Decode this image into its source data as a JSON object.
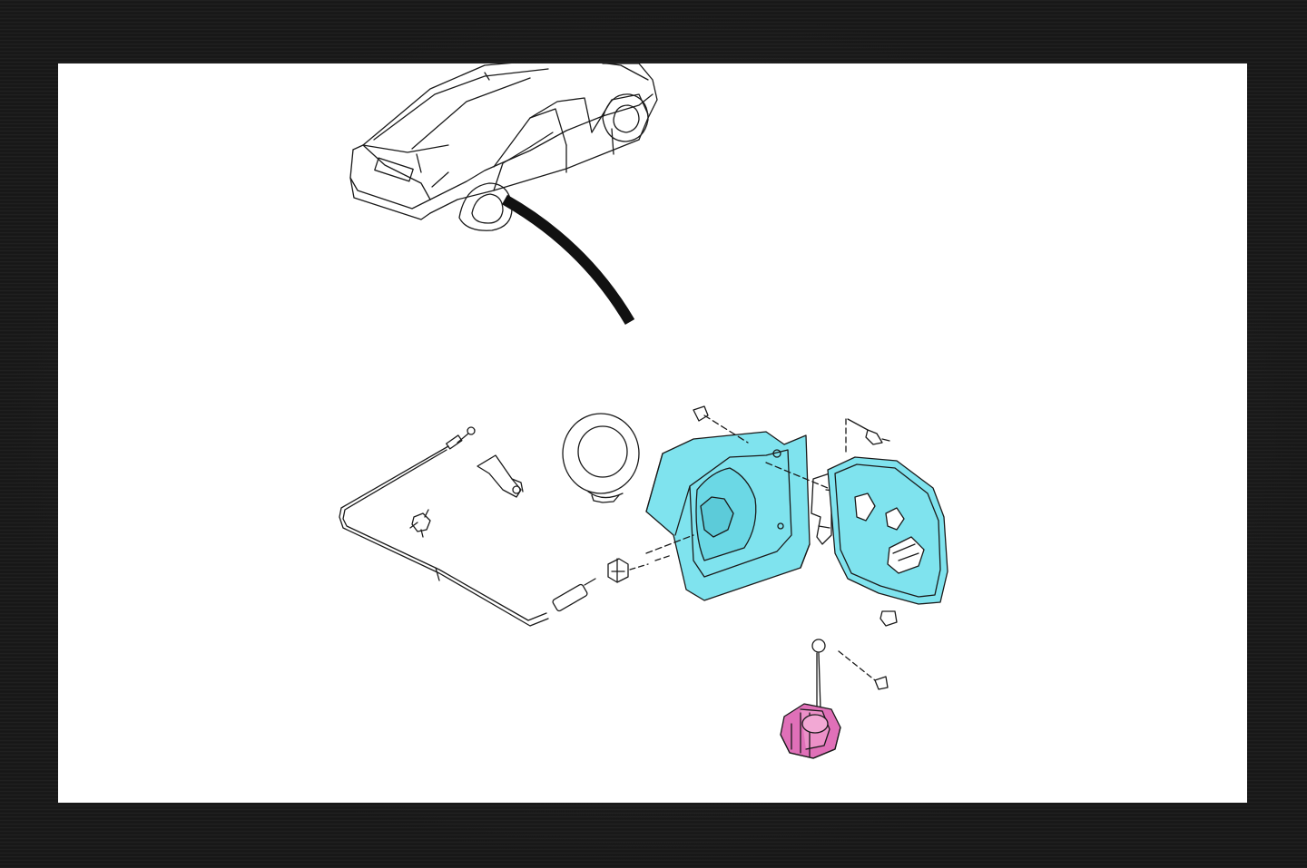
{
  "diagram": {
    "colors": {
      "line": "#1a1a1a",
      "housing_fill": "#7fe3ee",
      "cap_fill": "#e070b8",
      "background": "#ffffff",
      "frame": "#141414"
    },
    "parts": [
      {
        "name": "vehicle",
        "highlighted": false
      },
      {
        "name": "leader-arc",
        "highlighted": false
      },
      {
        "name": "release-cable",
        "highlighted": false
      },
      {
        "name": "cable-clip",
        "highlighted": false
      },
      {
        "name": "cable-holder",
        "highlighted": false
      },
      {
        "name": "filler-neck-seal-ring",
        "highlighted": false
      },
      {
        "name": "filler-housing",
        "highlighted": true
      },
      {
        "name": "fuel-door",
        "highlighted": false
      },
      {
        "name": "fuel-cap",
        "highlighted": true
      },
      {
        "name": "screws",
        "highlighted": false
      }
    ]
  }
}
